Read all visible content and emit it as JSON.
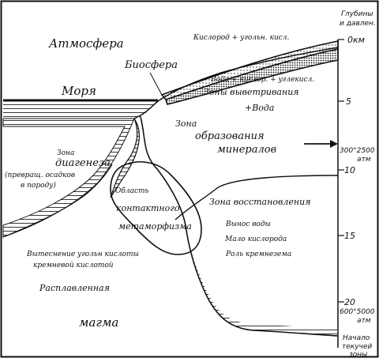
{
  "labels": {
    "atmosphere": "Атмосфера",
    "biosphere": "Биосфера",
    "sea": "Моря",
    "oxygen_co2": "Кислород + угольн. кисл.",
    "water_oxygen_co2": "Вода + кислор. + углекисл.",
    "weathering_zone": "Зоны выветривания",
    "water": "+Вода",
    "mineral_zone_1": "Зона",
    "mineral_zone_2": "образования",
    "mineral_zone_3": "минералов",
    "diagenesis_1": "Зона",
    "diagenesis_2": "диагенеза",
    "diagenesis_3": "(превращ. осадков",
    "diagenesis_4": "в породу)",
    "contact_1": "Область",
    "contact_2": "контактного",
    "contact_3": "метаморфизма",
    "reduction_zone": "Зона восстановления",
    "water_removal": "Вынос воды",
    "low_oxygen": "Мало кислорода",
    "silica_role": "Роль кремнезема",
    "displacement_1": "Вытеснение угольн кислоты",
    "displacement_2": "кремневой кислотой",
    "molten": "Расплавленная",
    "magma": "магма"
  },
  "scale": {
    "header_1": "Глубины",
    "header_2": "и давлен.",
    "top": "0км",
    "d5": "5",
    "d300": "300°2500",
    "atm1": "атм",
    "d10": "10",
    "d15": "15",
    "d20": "20",
    "d600": "600°5000",
    "atm2": "атм",
    "start_1": "Начало",
    "start_2": "текучей",
    "start_3": "зоны"
  }
}
